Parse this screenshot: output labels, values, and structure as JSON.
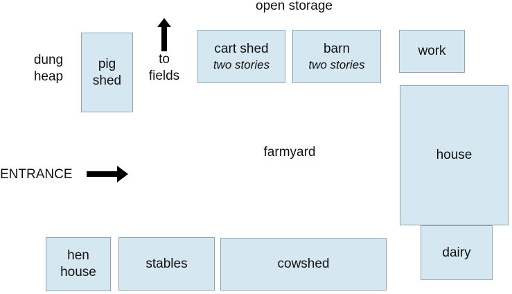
{
  "colors": {
    "building_fill": "#d5e8f1",
    "building_border": "#8ea6b3",
    "text": "#111111",
    "arrow": "#000000"
  },
  "labels": {
    "open_storage": "open storage",
    "dung_heap": [
      "dung",
      "heap"
    ],
    "to_fields": [
      "to",
      "fields"
    ],
    "farmyard": "farmyard",
    "entrance": "ENTRANCE"
  },
  "buildings": {
    "pig_shed": [
      "pig",
      "shed"
    ],
    "cart_shed": {
      "name": "cart shed",
      "note": "two stories"
    },
    "barn": {
      "name": "barn",
      "note": "two stories"
    },
    "work": "work",
    "house": "house",
    "dairy": "dairy",
    "hen_house": [
      "hen",
      "house"
    ],
    "stables": "stables",
    "cowshed": "cowshed"
  },
  "icons": {
    "to_fields_arrow": "arrow-up-icon",
    "entrance_arrow": "arrow-right-icon"
  }
}
